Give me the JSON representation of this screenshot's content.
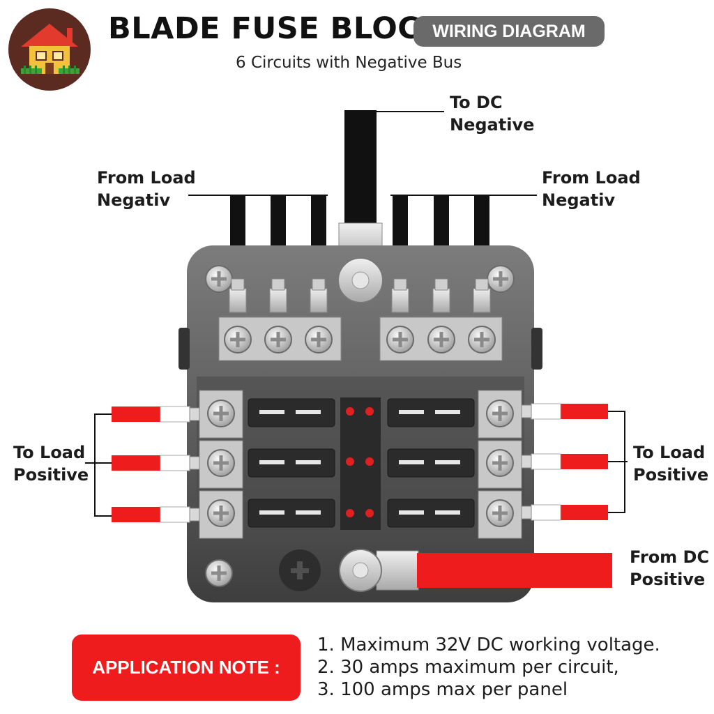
{
  "header": {
    "title": "BLADE FUSE BLOCK",
    "badge": "WIRING DIAGRAM",
    "subtitle": "6 Circuits with Negative Bus"
  },
  "labels": {
    "to_dc_negative": [
      "To DC",
      "Negative"
    ],
    "from_load_negative_left": [
      "From Load",
      "Negativ"
    ],
    "from_load_negative_right": [
      "From Load",
      "Negativ"
    ],
    "to_load_positive_left": [
      "To Load",
      "Positive"
    ],
    "to_load_positive_right": [
      "To Load",
      "Positive"
    ],
    "from_dc_positive": [
      "From DC",
      "Positive"
    ]
  },
  "application_note": {
    "label": "APPLICATION NOTE :",
    "items": [
      "1. Maximum 32V DC working voltage.",
      "2. 30 amps maximum per circuit,",
      "3. 100 amps max per panel"
    ]
  },
  "colors": {
    "positive_wire": "#ee1c1c",
    "negative_wire": "#111111",
    "badge": "#6a6a6a",
    "note": "#ee1c1c",
    "logo_bg": "#5b2a20",
    "fuse_led": "#e02020"
  },
  "icons": {
    "logo": "house-logo-icon"
  }
}
